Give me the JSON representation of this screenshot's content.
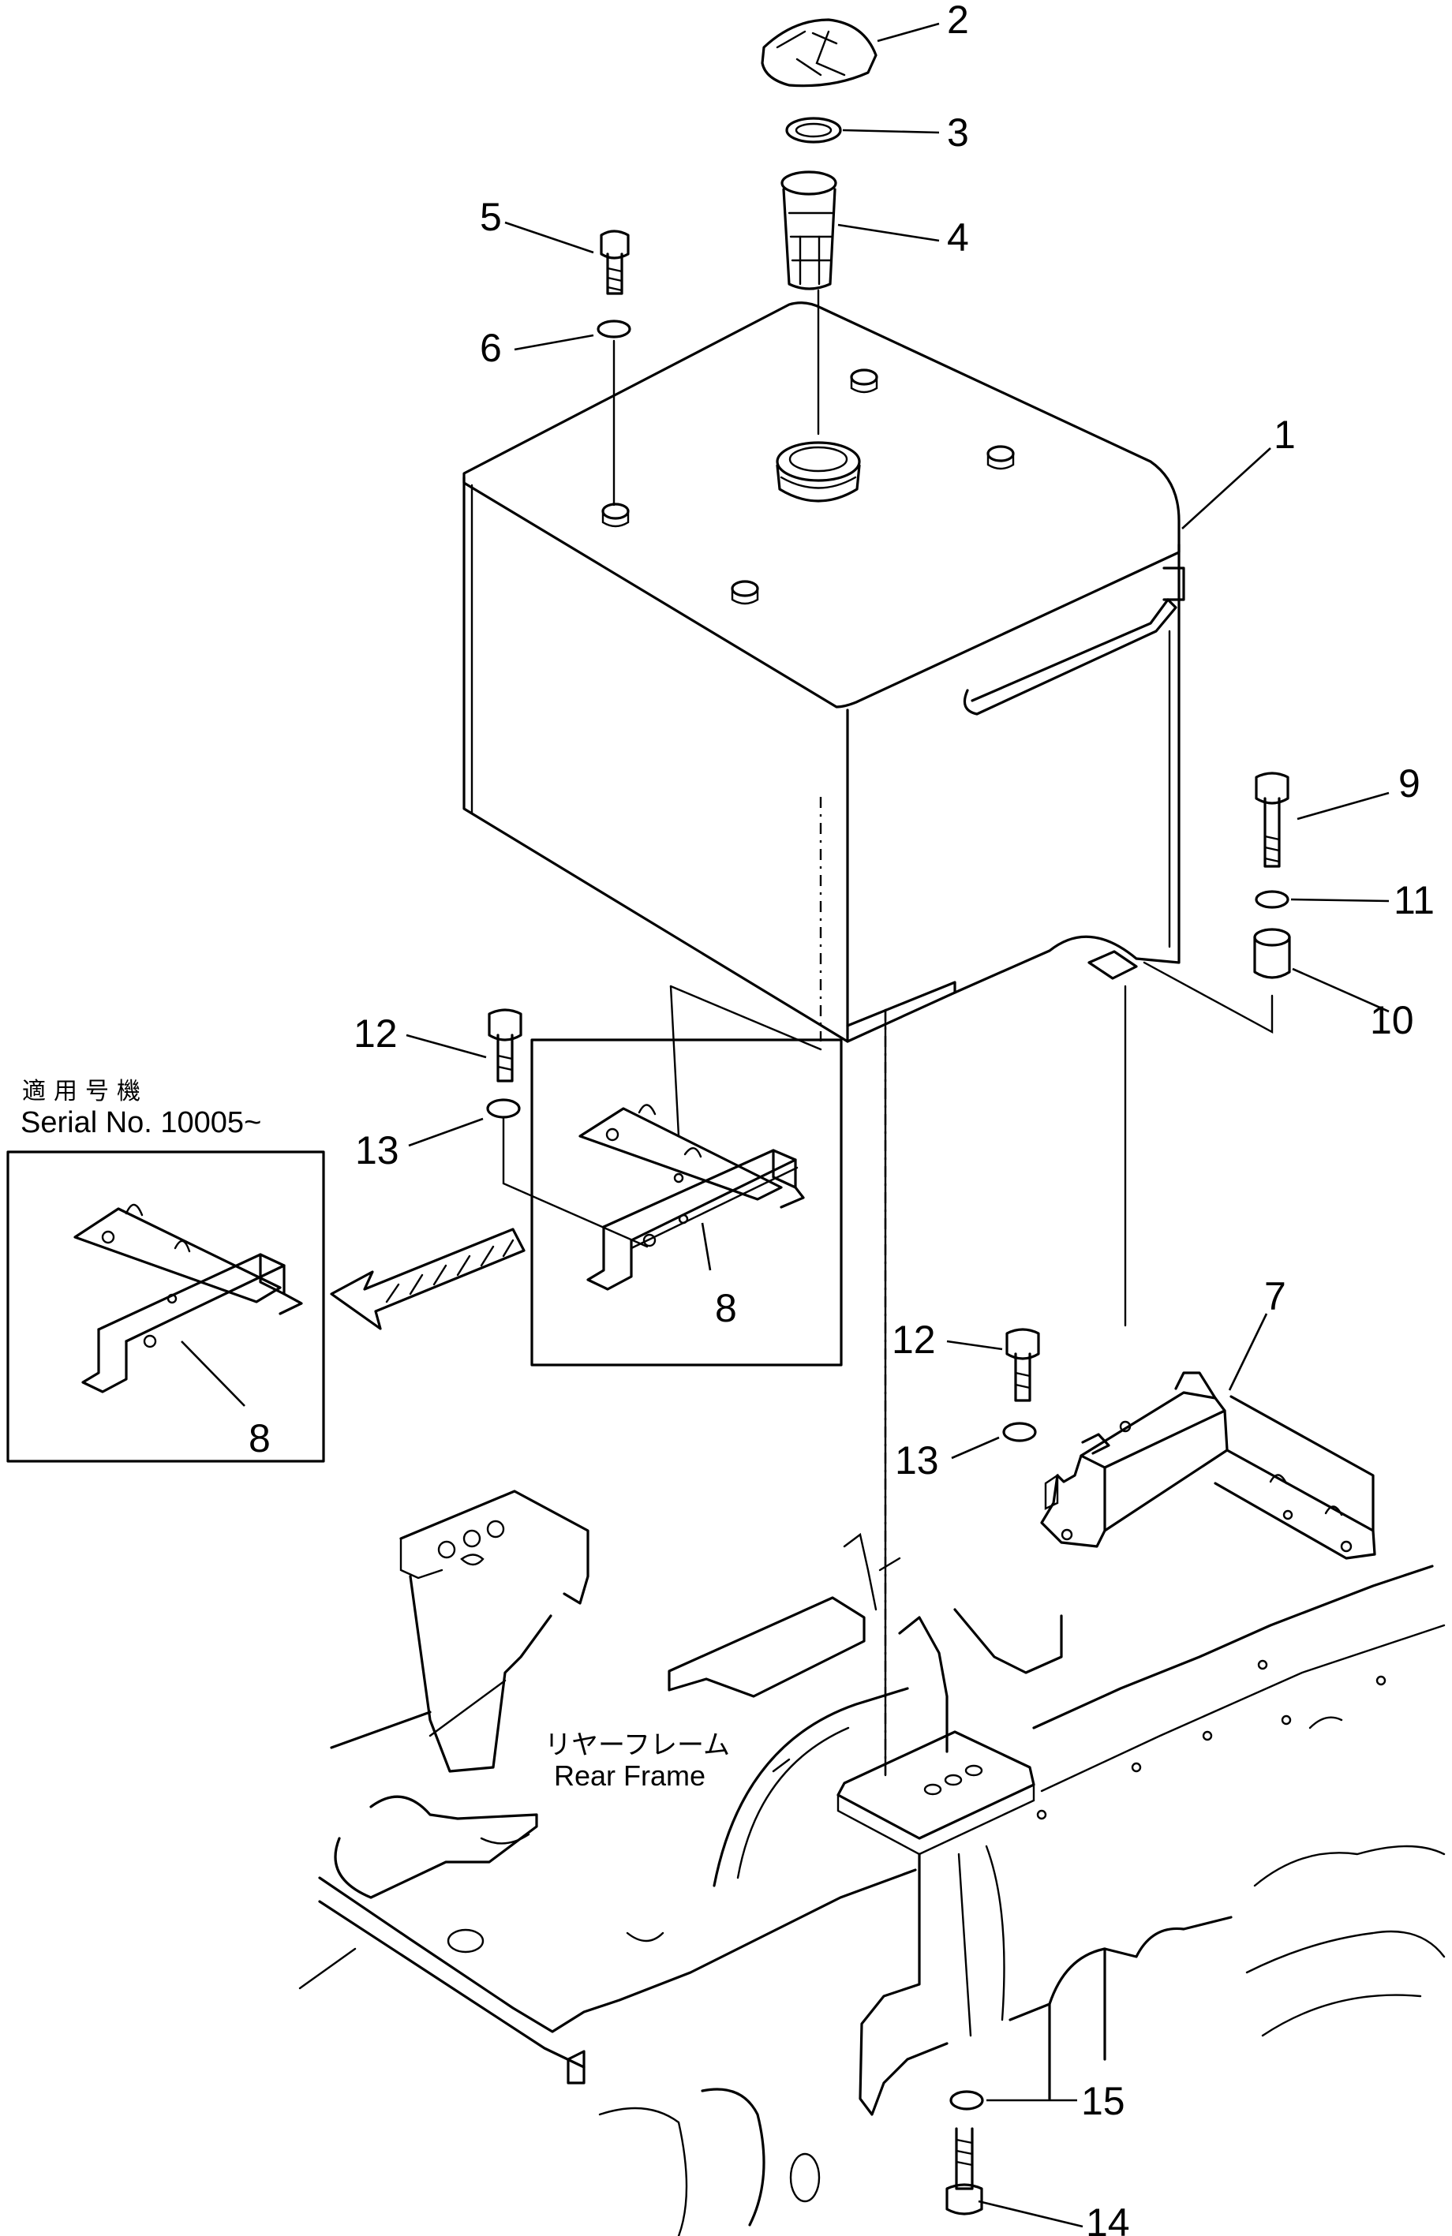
{
  "diagram": {
    "callouts": {
      "tank": "1",
      "cap": "2",
      "gasket": "3",
      "strainer": "4",
      "bolt_top": "5",
      "washer_top": "6",
      "bracket_right": "7",
      "bracket_left": "8",
      "bracket_inset": "8",
      "bolt_right": "9",
      "spacer": "10",
      "washer_right": "11",
      "bolt_mid_left": "12",
      "washer_mid_left": "13",
      "bolt_mid_right": "12",
      "washer_mid_right": "13",
      "bolt_bottom": "14",
      "washer_bottom": "15"
    },
    "inset": {
      "serial_label_jp": "適用号機",
      "serial_label_en": "Serial No. 10005~"
    },
    "frame": {
      "label_jp": "リヤーフレーム",
      "label_en": "Rear Frame"
    }
  }
}
